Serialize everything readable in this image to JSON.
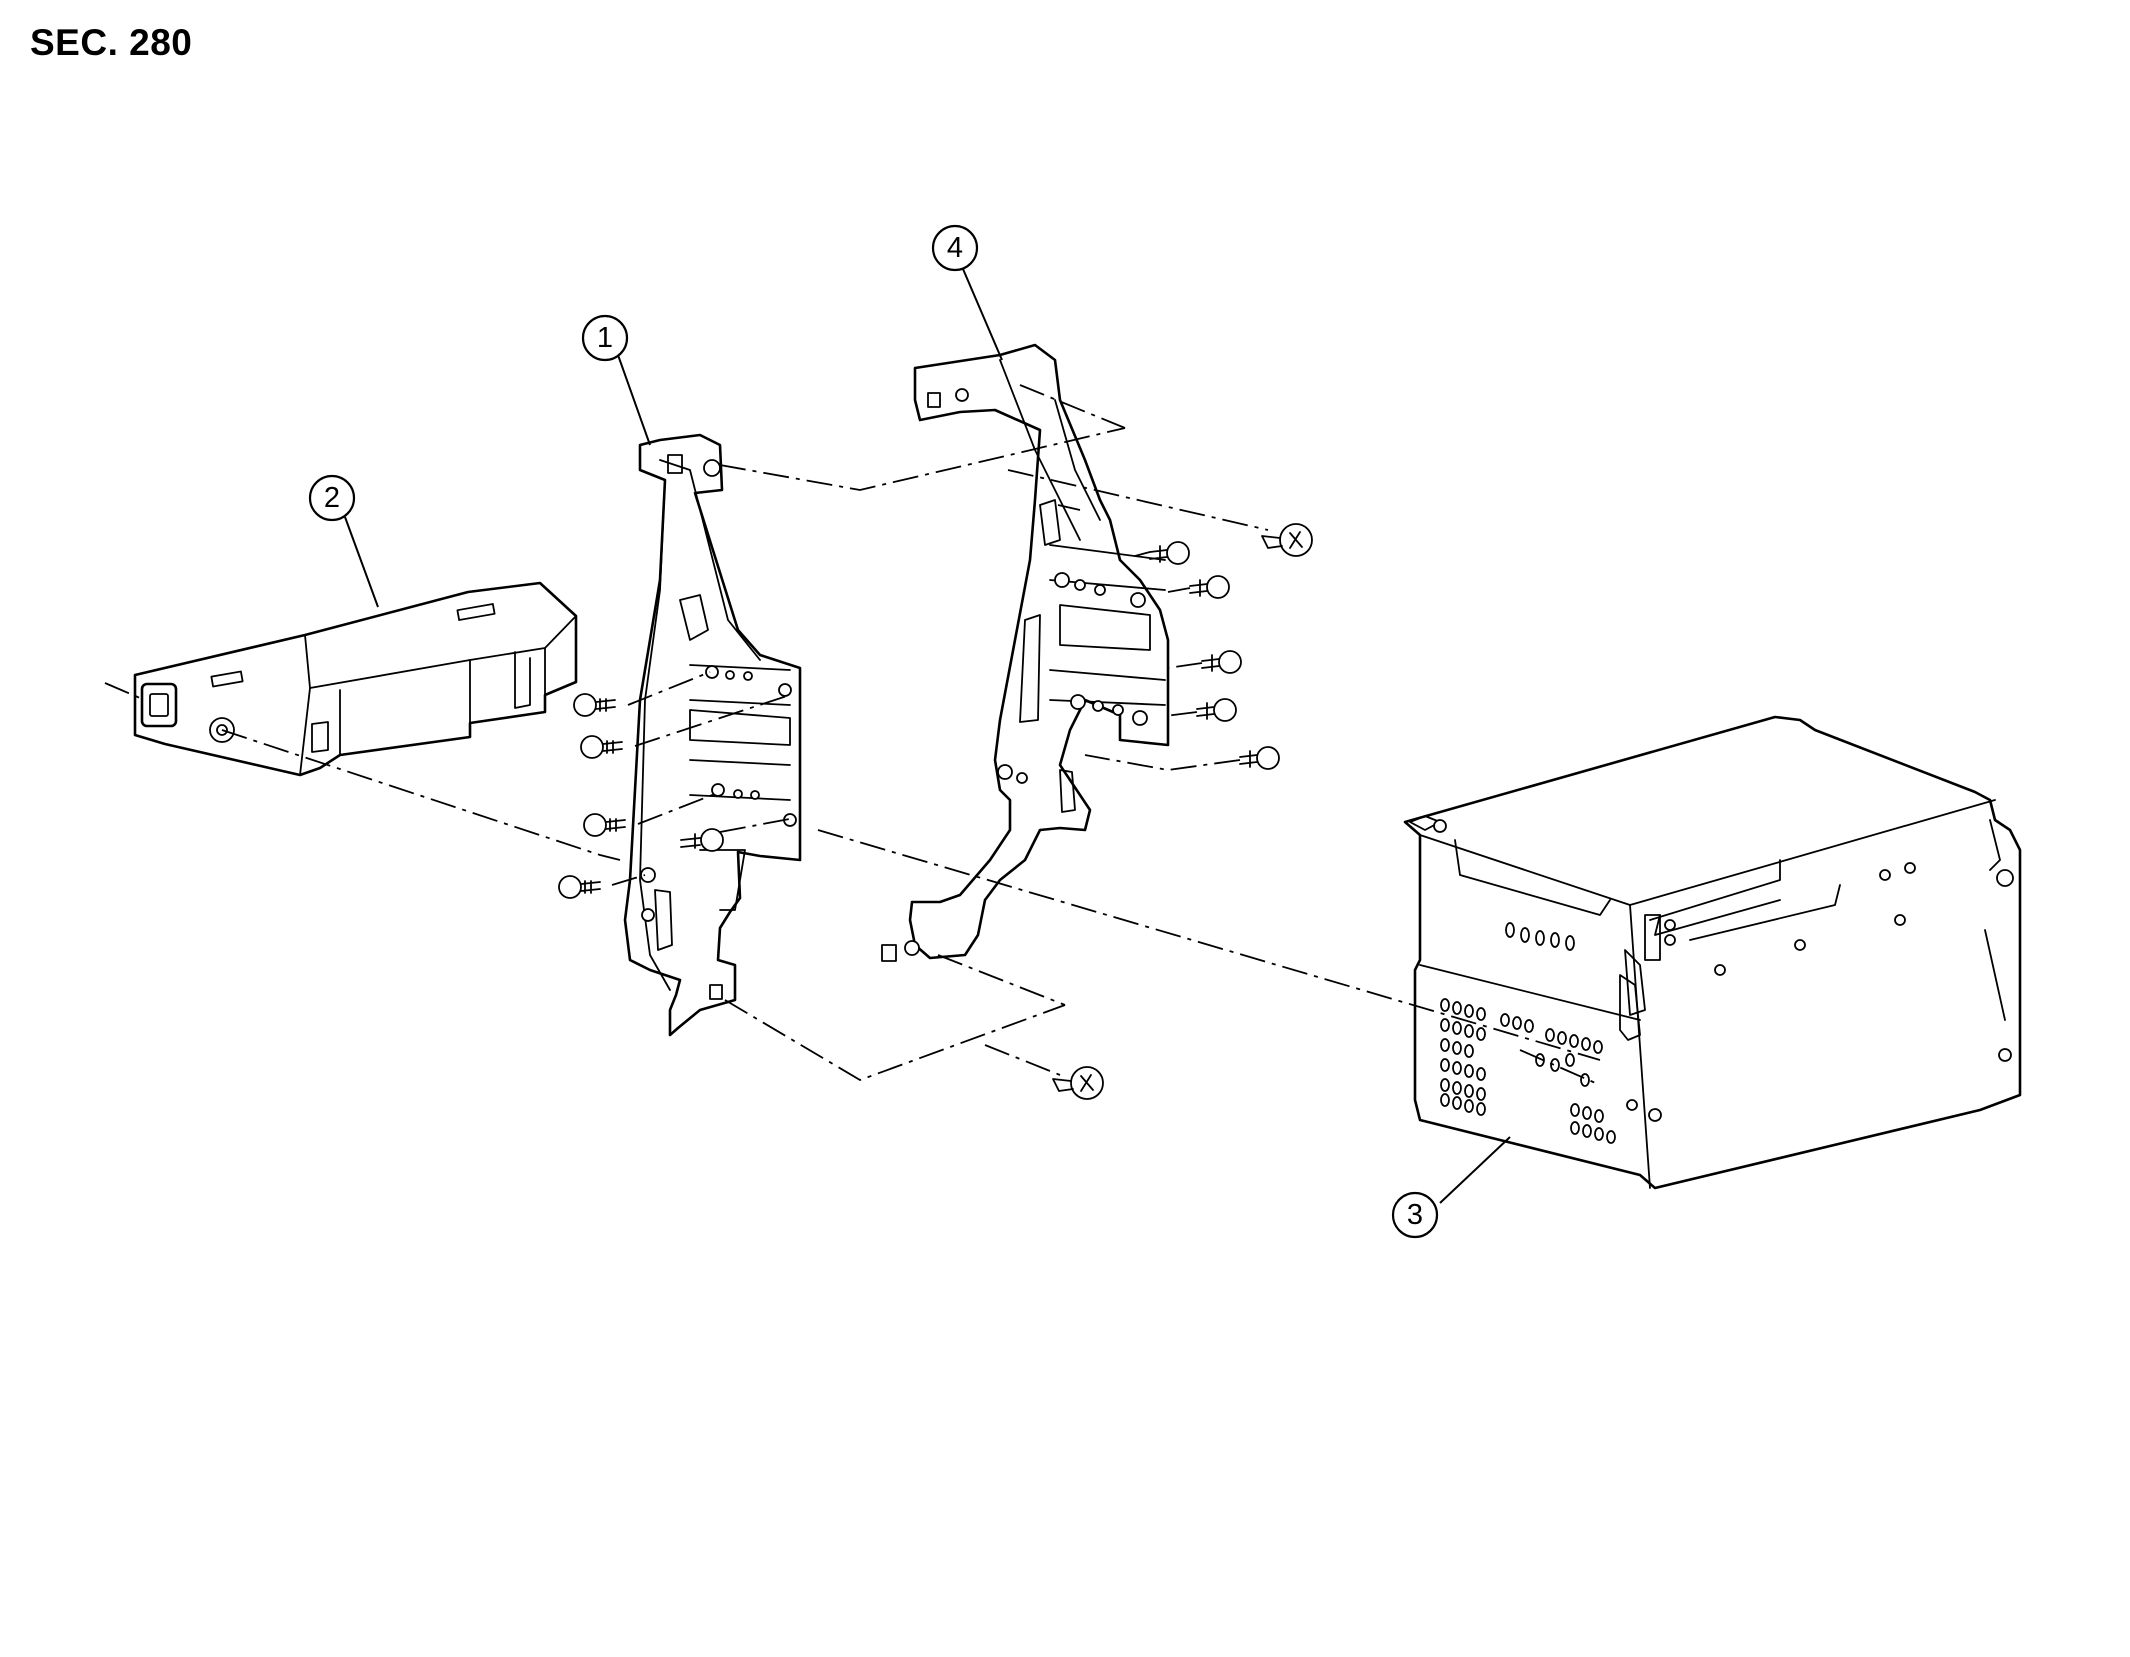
{
  "section_label": "SEC. 280",
  "callouts": [
    {
      "id": "callout-1",
      "label": "1"
    },
    {
      "id": "callout-2",
      "label": "2"
    },
    {
      "id": "callout-3",
      "label": "3"
    },
    {
      "id": "callout-4",
      "label": "4"
    }
  ]
}
